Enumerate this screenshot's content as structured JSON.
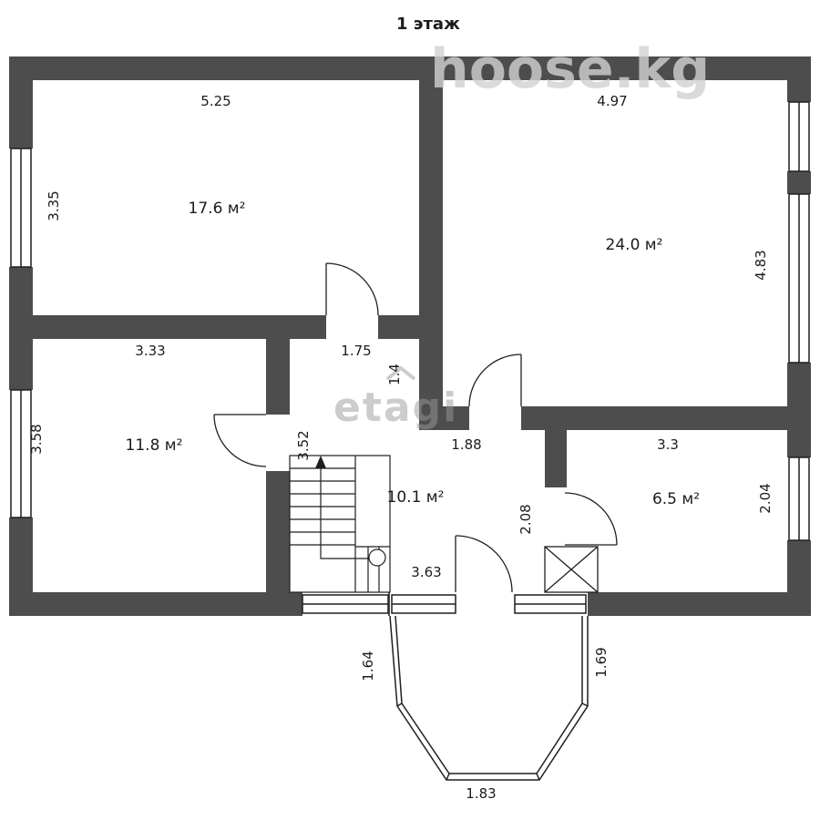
{
  "title": "1 этаж",
  "watermarks": {
    "top": "hoose.kg",
    "center": "etagi"
  },
  "rooms": {
    "r176": {
      "area": "17.6 м²"
    },
    "r240": {
      "area": "24.0 м²"
    },
    "r118": {
      "area": "11.8 м²"
    },
    "r101": {
      "area": "10.1 м²"
    },
    "r65": {
      "area": "6.5 м²"
    }
  },
  "dims": {
    "d525": "5.25",
    "d497": "4.97",
    "d335": "3.35",
    "d483": "4.83",
    "d333": "3.33",
    "d175": "1.75",
    "d14": "1.4",
    "d358": "3.58",
    "d352": "3.52",
    "d188": "1.88",
    "d33": "3.3",
    "d208": "2.08",
    "d204": "2.04",
    "d363": "3.63",
    "d164": "1.64",
    "d169": "1.69",
    "d183": "1.83"
  },
  "colors": {
    "wall": "#4d4d4d",
    "line": "#1f1f1f",
    "watermark": "#d2d2d2"
  }
}
